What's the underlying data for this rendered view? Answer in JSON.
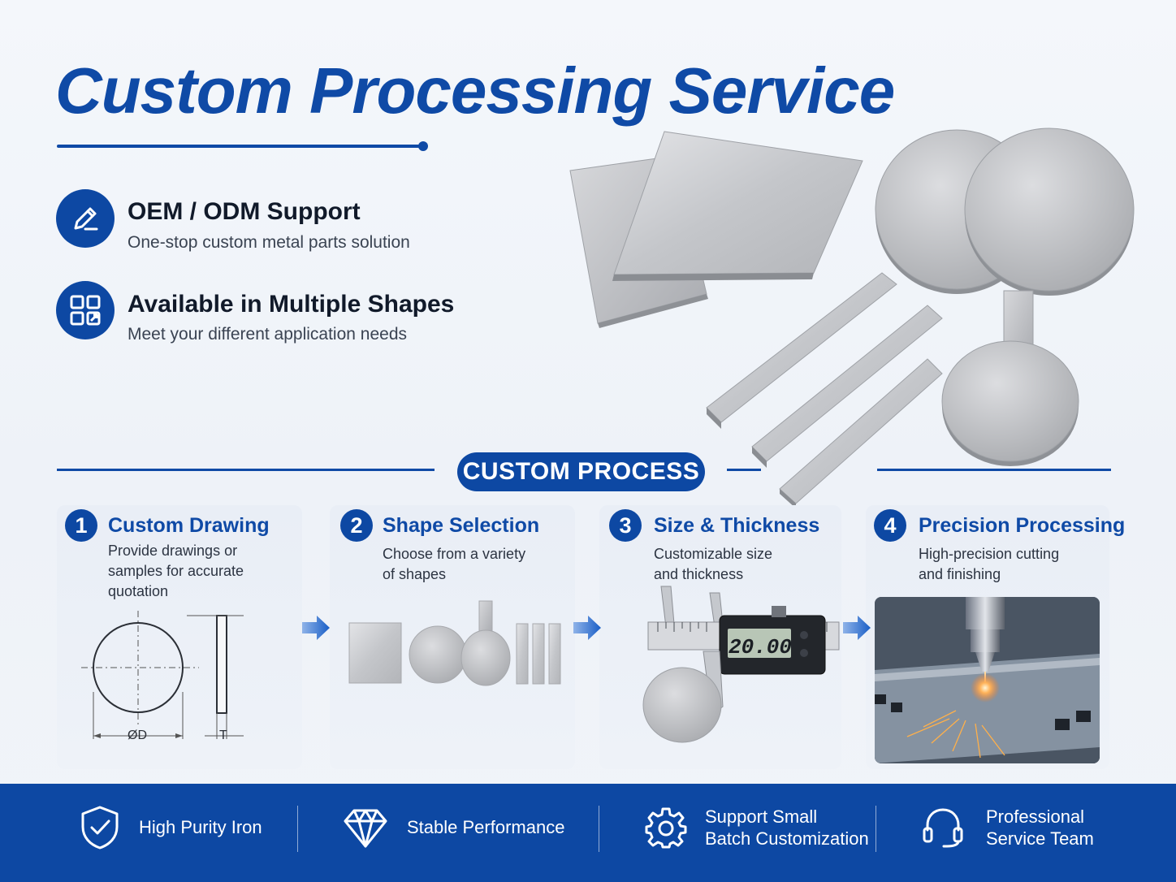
{
  "header": {
    "title": "Custom Processing Service"
  },
  "features": [
    {
      "icon": "pencil-icon",
      "title": "OEM / ODM Support",
      "subtitle": "One-stop custom metal parts solution"
    },
    {
      "icon": "grid-shapes-icon",
      "title": "Available in Multiple Shapes",
      "subtitle": "Meet your different application needs"
    }
  ],
  "process": {
    "label": "CUSTOM PROCESS",
    "steps": [
      {
        "num": "1",
        "title": "Custom Drawing",
        "desc": "Provide drawings or\nsamples for accurate\nquotation",
        "dim_d": "ØD",
        "dim_t": "T"
      },
      {
        "num": "2",
        "title": "Shape Selection",
        "desc": "Choose from a variety\nof shapes"
      },
      {
        "num": "3",
        "title": "Size & Thickness",
        "desc": "Customizable size\nand thickness",
        "caliper_reading": "20.00"
      },
      {
        "num": "4",
        "title": "Precision Processing",
        "desc": "High-precision cutting\nand finishing"
      }
    ]
  },
  "benefits": [
    {
      "icon": "shield-check-icon",
      "label": "High Purity Iron"
    },
    {
      "icon": "diamond-icon",
      "label": "Stable Performance"
    },
    {
      "icon": "gear-icon",
      "label": "Support Small\nBatch Customization"
    },
    {
      "icon": "headset-icon",
      "label": "Professional\nService Team"
    }
  ],
  "colors": {
    "brand": "#0d48a3",
    "accent_text": "#0f4aa6",
    "metal": "#c9cbcf"
  }
}
